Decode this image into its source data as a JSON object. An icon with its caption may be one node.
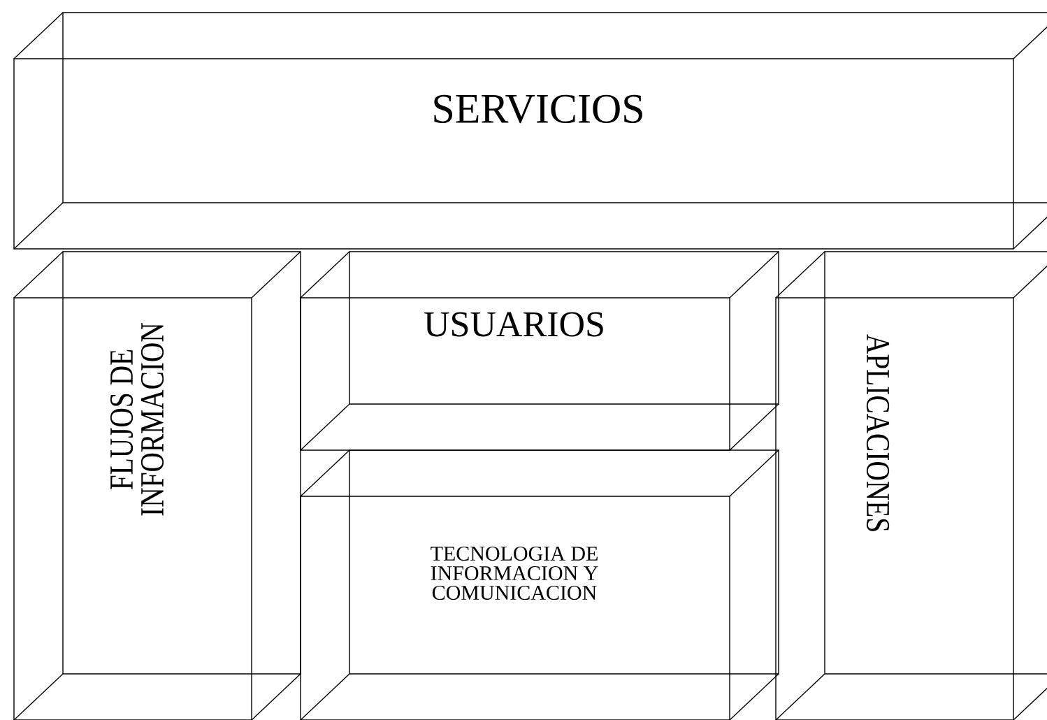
{
  "diagram": {
    "nodes": [
      {
        "text": [
          "SERVICIOS"
        ]
      },
      {
        "text": [
          "FLUJOS DE INFORMACION"
        ]
      },
      {
        "text": [
          "USUARIOS"
        ]
      },
      {
        "text": [
          "TECNOLOGIA DE INFORMACION Y COMUNICACION"
        ]
      },
      {
        "text": [
          "APLICACIONES"
        ]
      }
    ]
  }
}
